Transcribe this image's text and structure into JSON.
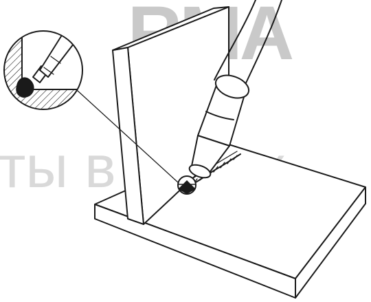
{
  "watermark": {
    "top_text": "RMA",
    "bottom_text": "ты в сварк",
    "color_top": "#c9c9c9",
    "color_bottom": "#d9d9d9"
  },
  "colors": {
    "line": "#1a1a1a",
    "background": "#ffffff",
    "arc_fill": "#1a1a1a"
  },
  "icons": {
    "scene": "welding-torch-fillet-weld-illustration",
    "detail": "magnified-weld-detail-icon"
  }
}
